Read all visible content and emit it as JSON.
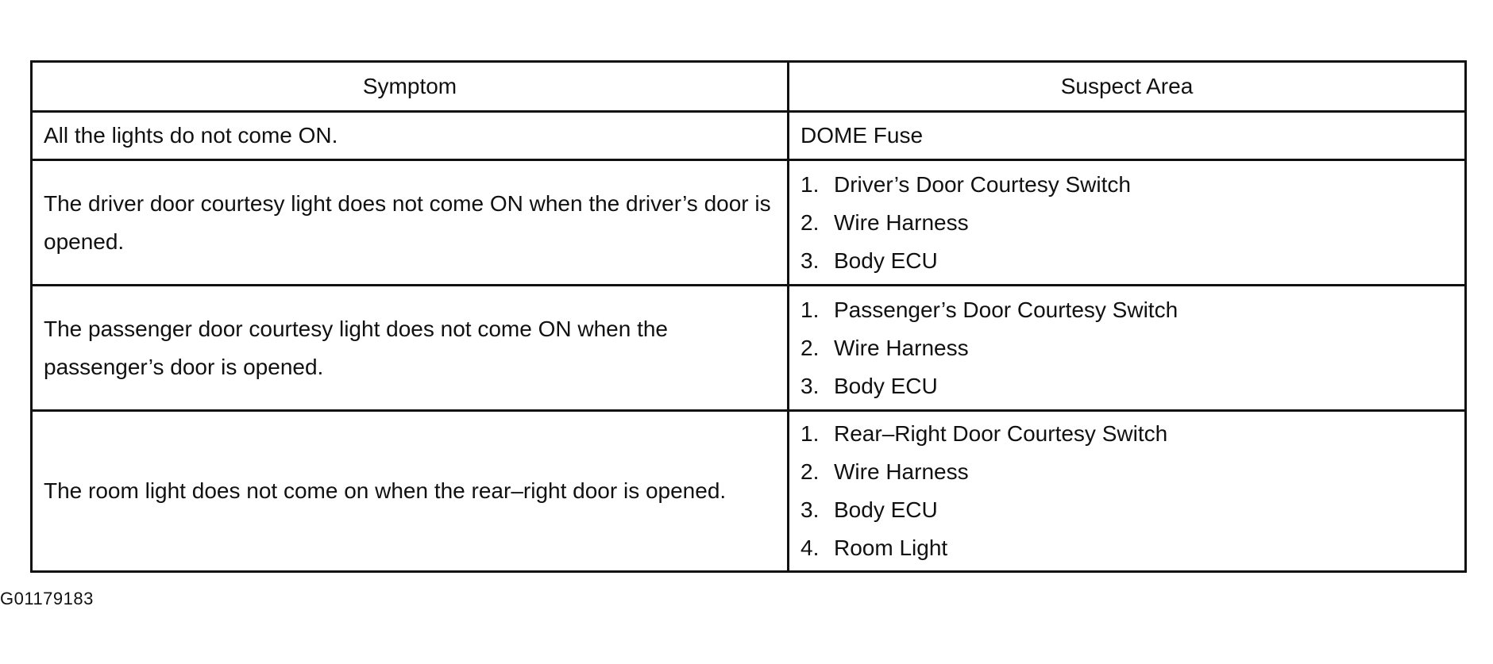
{
  "table": {
    "headers": {
      "symptom": "Symptom",
      "suspect_area": "Suspect Area"
    },
    "rows": [
      {
        "symptom": "All the lights do not come ON.",
        "suspects": [
          {
            "num": "",
            "text": "DOME Fuse"
          }
        ]
      },
      {
        "symptom": "The driver door courtesy light does not come ON when the driver’s door is opened.",
        "suspects": [
          {
            "num": "1.",
            "text": "Driver’s Door Courtesy Switch"
          },
          {
            "num": "2.",
            "text": "Wire Harness"
          },
          {
            "num": "3.",
            "text": "Body ECU"
          }
        ]
      },
      {
        "symptom": "The passenger door courtesy light does not come ON when the passenger’s door is opened.",
        "suspects": [
          {
            "num": "1.",
            "text": "Passenger’s Door Courtesy Switch"
          },
          {
            "num": "2.",
            "text": "Wire Harness"
          },
          {
            "num": "3.",
            "text": "Body ECU"
          }
        ]
      },
      {
        "symptom": "The room light does not come on when the rear–right door is opened.",
        "suspects": [
          {
            "num": "1.",
            "text": "Rear–Right Door Courtesy Switch"
          },
          {
            "num": "2.",
            "text": "Wire Harness"
          },
          {
            "num": "3.",
            "text": "Body ECU"
          },
          {
            "num": "4.",
            "text": "Room Light"
          }
        ]
      }
    ]
  },
  "figure_id": "G01179183"
}
